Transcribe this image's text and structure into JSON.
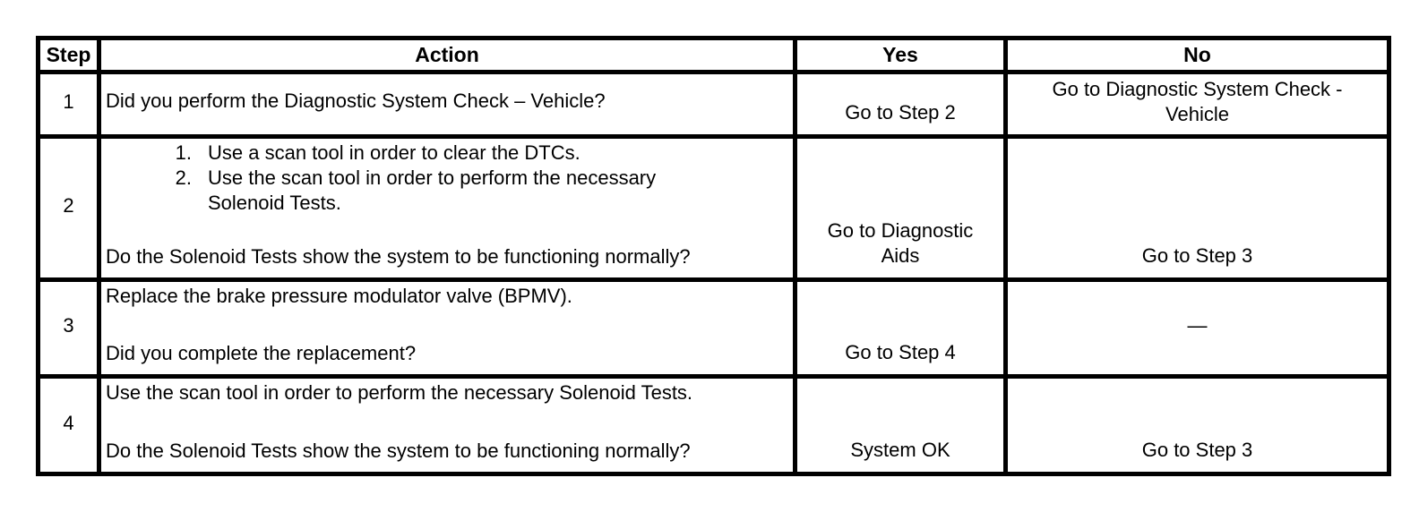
{
  "colors": {
    "border": "#000000",
    "text": "#000000",
    "background": "#ffffff"
  },
  "headers": {
    "step": "Step",
    "action": "Action",
    "yes": "Yes",
    "no": "No"
  },
  "rows": [
    {
      "step": "1",
      "action": "Did you perform the Diagnostic System Check – Vehicle?",
      "yes": "Go to Step 2",
      "no": "Go to Diagnostic System Check - Vehicle"
    },
    {
      "step": "2",
      "list": [
        {
          "marker": "1.",
          "text": "Use a scan tool in order to clear the DTCs."
        },
        {
          "marker": "2.",
          "text": "Use the scan tool in order to perform the necessary Solenoid Tests."
        }
      ],
      "question": "Do the Solenoid Tests show the system to be functioning normally?",
      "yes": "Go to Diagnostic Aids",
      "no": "Go to Step 3"
    },
    {
      "step": "3",
      "statement": "Replace the brake pressure modulator valve (BPMV).",
      "question": "Did you complete the replacement?",
      "yes": "Go to Step 4",
      "no": "—"
    },
    {
      "step": "4",
      "statement": "Use the scan tool in order to perform the necessary Solenoid Tests.",
      "question": "Do the Solenoid Tests show the system to be functioning normally?",
      "yes": "System OK",
      "no": "Go to Step 3"
    }
  ]
}
